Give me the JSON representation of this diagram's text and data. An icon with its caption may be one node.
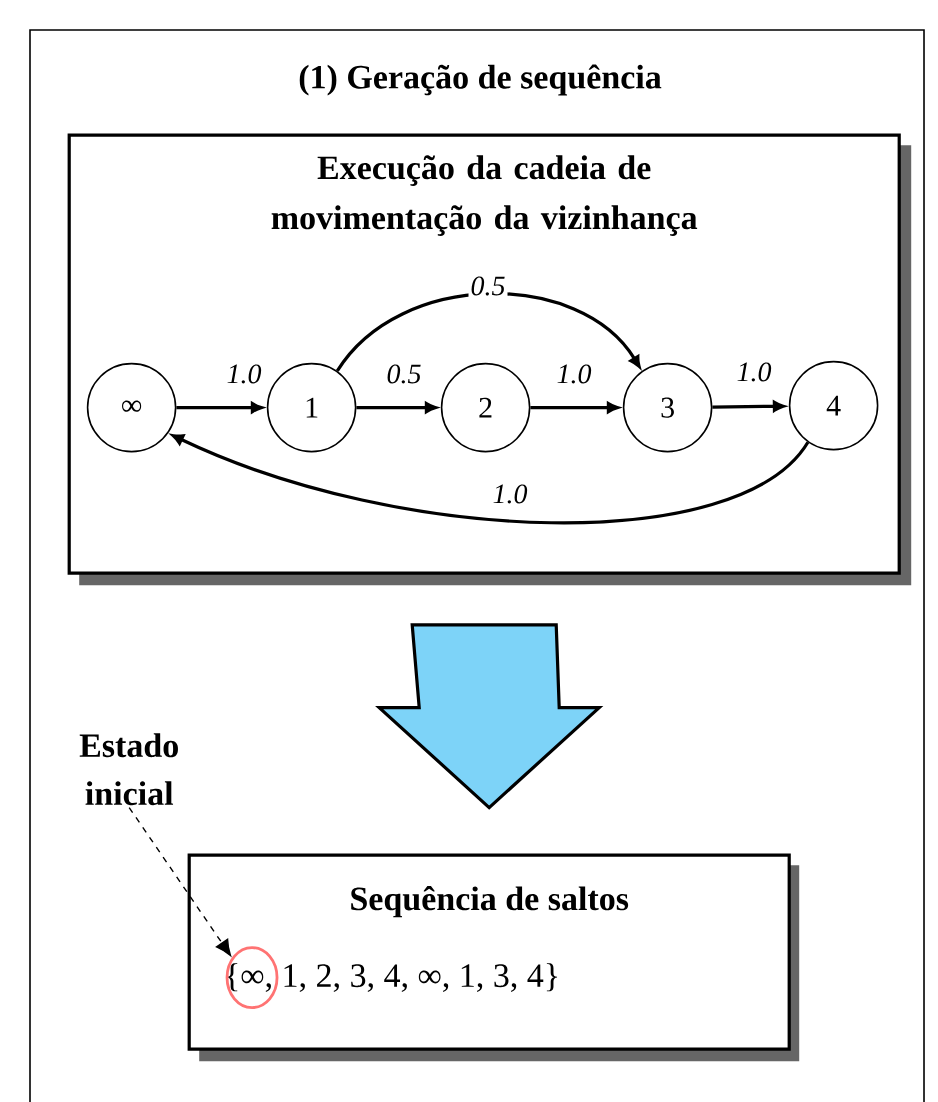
{
  "diagram": {
    "nodes": [
      {
        "text": [
          "(1) Geração de sequência"
        ]
      },
      {
        "text": [
          "Execução da cadeia de movimentação da vizinhança"
        ],
        "in": 0
      },
      {
        "text": [
          "∞"
        ],
        "in": 1
      },
      {
        "text": [
          "1"
        ],
        "in": 1
      },
      {
        "text": [
          "2"
        ],
        "in": 1
      },
      {
        "text": [
          "3"
        ],
        "in": 1
      },
      {
        "text": [
          "4"
        ],
        "in": 1
      },
      {
        "text": [
          "Estado inicial"
        ],
        "in": 0
      },
      {
        "text": [
          "Sequência de saltos",
          "{∞, 1, 2, 3, 4, ∞, 1, 3, 4}"
        ],
        "in": 0
      },
      {
        "text": [],
        "shape": "circle",
        "in": 8
      }
    ],
    "edges": [
      {
        "from": 2,
        "to": 3,
        "arrow": "to",
        "label": "1.0"
      },
      {
        "from": 3,
        "to": 4,
        "arrow": "to",
        "label": "0.5"
      },
      {
        "from": 3,
        "to": 5,
        "arrow": "to",
        "label": "0.5"
      },
      {
        "from": 4,
        "to": 5,
        "arrow": "to",
        "label": "1.0"
      },
      {
        "from": 5,
        "to": 6,
        "arrow": "to",
        "label": "1.0"
      },
      {
        "from": 6,
        "to": 2,
        "arrow": "to",
        "label": "1.0"
      },
      {
        "from": 1,
        "to": 8,
        "arrow": "to",
        "style": "thick",
        "color": "#7dd3f8"
      },
      {
        "from": 7,
        "to": 9,
        "arrow": "to",
        "style": "dashed"
      }
    ]
  }
}
